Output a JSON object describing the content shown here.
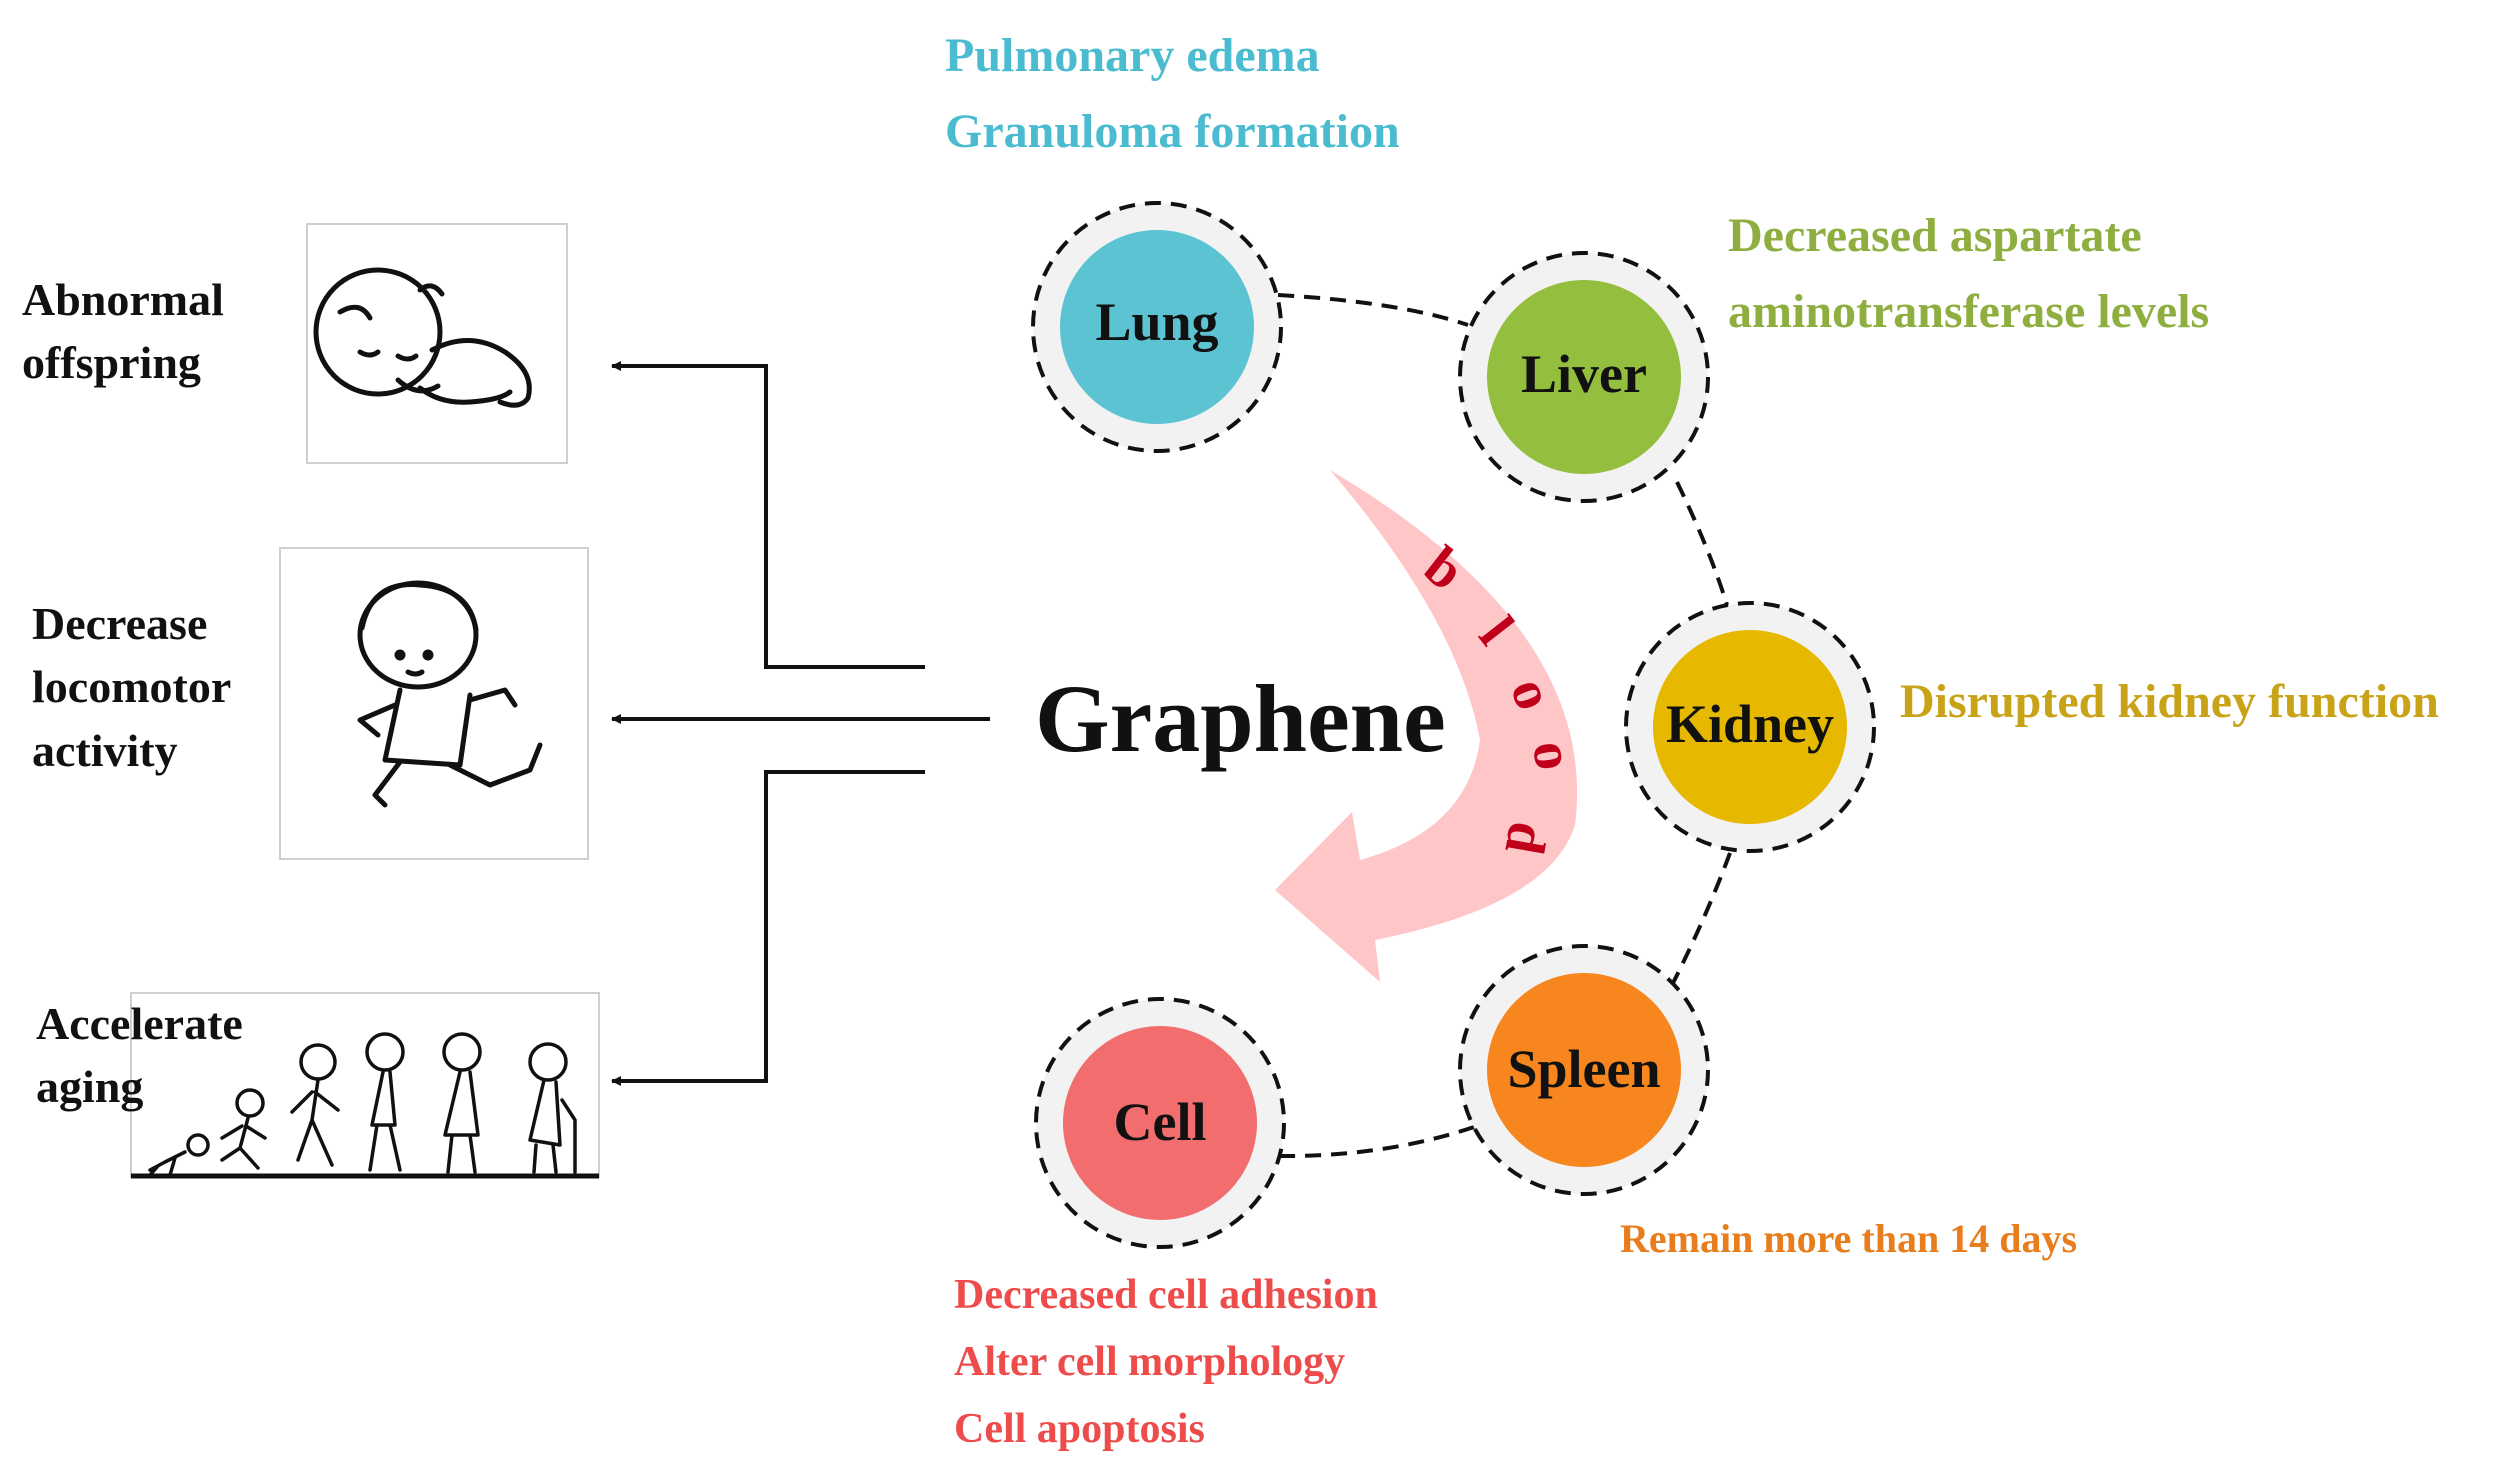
{
  "center": {
    "title": "Graphene"
  },
  "blood_arrow": {
    "letters": [
      "b",
      "l",
      "o",
      "o",
      "d"
    ],
    "color": "#ffc6c8",
    "text_color": "#c0001a"
  },
  "organs": {
    "lung": {
      "name": "Lung",
      "color": "#5cc3d3",
      "effects": [
        "Pulmonary edema",
        "Granuloma formation"
      ],
      "effect_color": "#4bbcd0"
    },
    "liver": {
      "name": "Liver",
      "color": "#94be3e",
      "effects": [
        "Decreased aspartate",
        "aminotransferase levels"
      ],
      "effect_color": "#8fae40"
    },
    "kidney": {
      "name": "Kidney",
      "color": "#e6b800",
      "effects": [
        "Disrupted kidney function"
      ],
      "effect_color": "#c8a317"
    },
    "spleen": {
      "name": "Spleen",
      "color": "#f7861f",
      "effects": [
        "Remain more than 14 days"
      ],
      "effect_color": "#e87d1d"
    },
    "cell": {
      "name": "Cell",
      "color": "#f26d6d",
      "effects": [
        "Decreased cell adhesion",
        "Alter cell morphology",
        "Cell apoptosis"
      ],
      "effect_color": "#ee4b4b"
    }
  },
  "outcomes": {
    "offspring": {
      "lines": [
        "Abnormal",
        "offspring"
      ],
      "icon": "sleeping-baby-icon"
    },
    "locomotor": {
      "lines": [
        "Decrease",
        "locomotor",
        "activity"
      ],
      "icon": "running-child-icon"
    },
    "aging": {
      "lines": [
        "Accelerate",
        "aging"
      ],
      "icon": "aging-stages-icon"
    }
  }
}
